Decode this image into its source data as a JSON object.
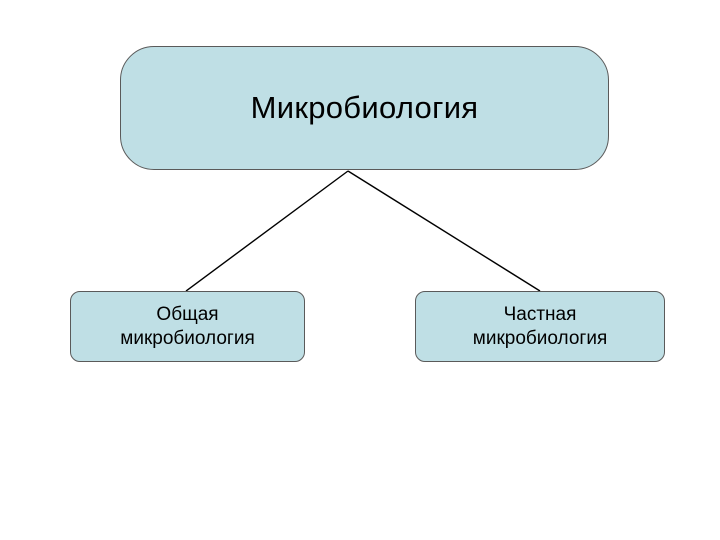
{
  "diagram": {
    "type": "hierarchy-tree",
    "background_color": "#ffffff",
    "node_fill_color": "#bfdfe5",
    "node_border_color": "#5a5a5a",
    "connector_color": "#000000",
    "root": {
      "label": "Микробиология"
    },
    "children": [
      {
        "label": "Общая\nмикробиология"
      },
      {
        "label": "Частная\nмикробиология"
      }
    ]
  }
}
